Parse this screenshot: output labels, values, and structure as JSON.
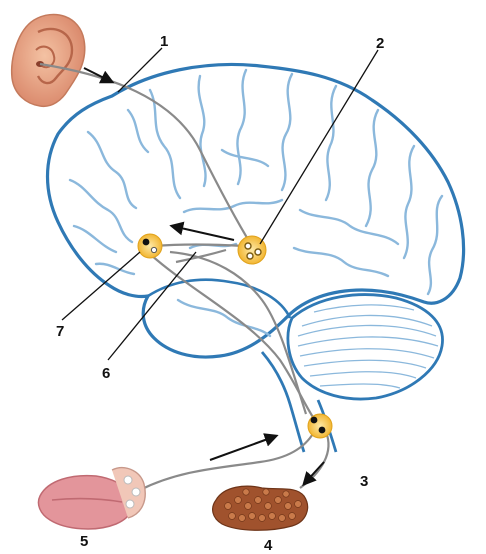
{
  "labels": {
    "l1": "1",
    "l2": "2",
    "l3": "3",
    "l4": "4",
    "l5": "5",
    "l6": "6",
    "l7": "7"
  },
  "colors": {
    "brain_outline": "#2f79b5",
    "sulci": "#8bb8dc",
    "nerve_fiber": "#8a8a8a",
    "nucleus_fill": "#f2b632",
    "skin": "#e8a37f",
    "tongue": "#d9828a",
    "gland": "#a0522d",
    "arrow": "#111111"
  },
  "icons": {
    "ear": "ear-icon",
    "tongue": "tongue-icon",
    "gland": "salivary-gland-icon"
  }
}
